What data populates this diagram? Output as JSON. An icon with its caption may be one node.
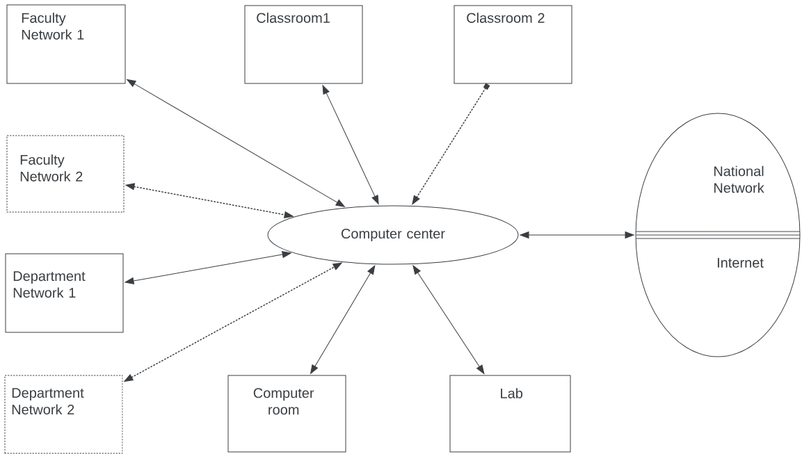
{
  "diagram": {
    "nodes": [
      {
        "text": [
          "Faculty Network 1"
        ]
      },
      {
        "text": [
          "Classroom1"
        ]
      },
      {
        "text": [
          "Classroom 2"
        ]
      },
      {
        "text": [
          "Faculty Network 2"
        ]
      },
      {
        "text": [
          "Computer center"
        ]
      },
      {
        "text": [
          "National Network",
          "Internet"
        ]
      },
      {
        "text": [
          "Department Network 1"
        ]
      },
      {
        "text": [
          "Department Network 2"
        ]
      },
      {
        "text": [
          "Computer room"
        ]
      },
      {
        "text": [
          "Lab"
        ]
      }
    ],
    "edges": [
      {
        "from": 0,
        "to": 4,
        "arrow": "both"
      },
      {
        "from": 1,
        "to": 4,
        "arrow": "both"
      },
      {
        "from": 2,
        "to": 4,
        "arrow": "to",
        "style": "dashed"
      },
      {
        "from": 3,
        "to": 4,
        "arrow": "both",
        "style": "dashed"
      },
      {
        "from": 6,
        "to": 4,
        "arrow": "both"
      },
      {
        "from": 7,
        "to": 4,
        "arrow": "both",
        "style": "dashed"
      },
      {
        "from": 8,
        "to": 4,
        "arrow": "both"
      },
      {
        "from": 9,
        "to": 4,
        "arrow": "both"
      },
      {
        "from": 4,
        "to": 5,
        "arrow": "both"
      }
    ]
  }
}
